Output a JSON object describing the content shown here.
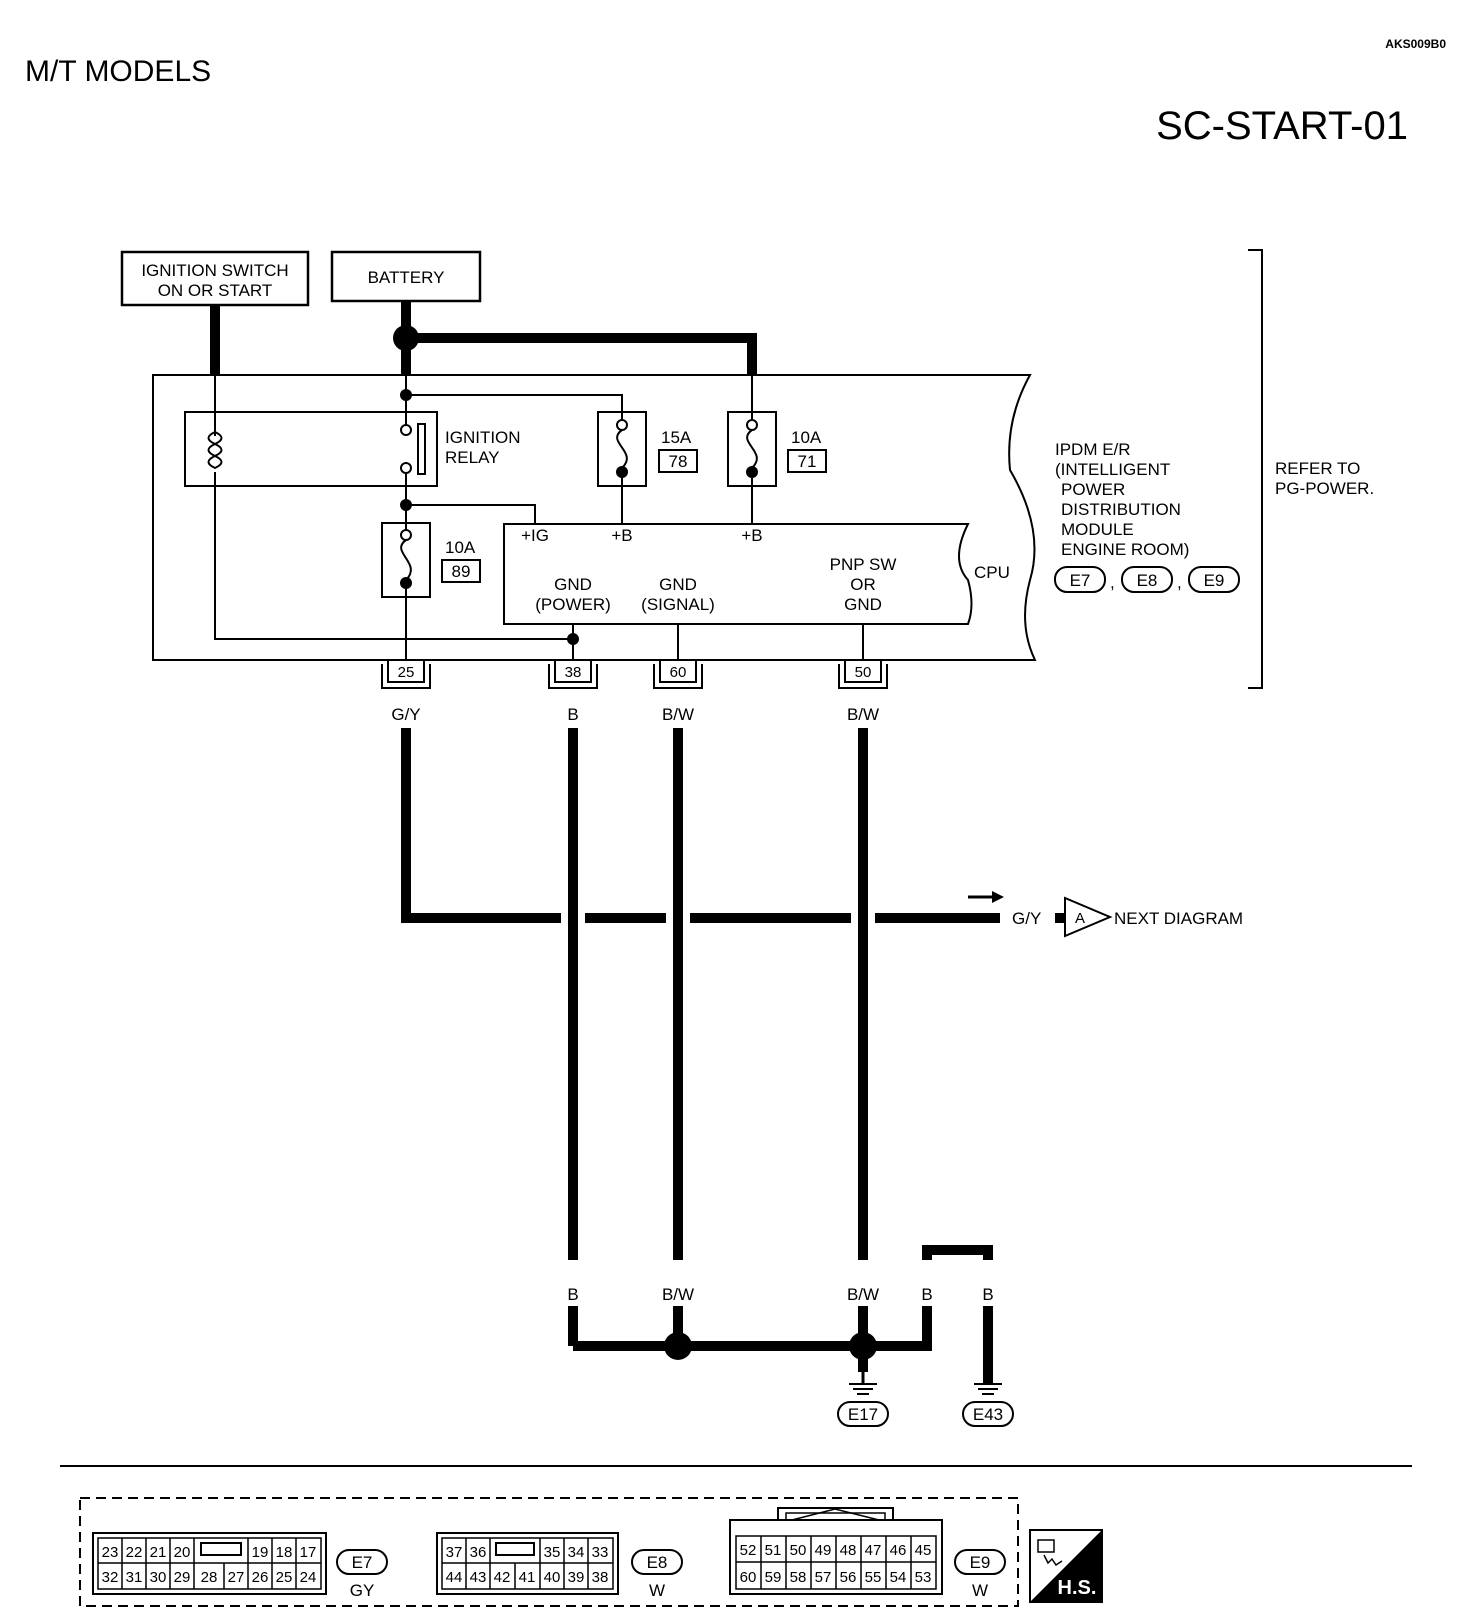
{
  "header": {
    "model": "M/T MODELS",
    "diagram_id": "SC-START-01",
    "image_code": "AKS009B0"
  },
  "sources": {
    "ignition_switch": [
      "IGNITION SWITCH",
      "ON OR START"
    ],
    "battery": "BATTERY"
  },
  "ipdm": {
    "relay_label": [
      "IGNITION",
      "RELAY"
    ],
    "fuses": [
      {
        "rating": "15A",
        "number": "78"
      },
      {
        "rating": "10A",
        "number": "71"
      },
      {
        "rating": "10A",
        "number": "89"
      }
    ],
    "cpu_label": "CPU",
    "cpu_inputs": [
      "+IG",
      "+B",
      "+B"
    ],
    "gnd_power": [
      "GND",
      "(POWER)"
    ],
    "gnd_signal": [
      "GND",
      "(SIGNAL)"
    ],
    "pnp": [
      "PNP SW",
      "OR",
      "GND"
    ],
    "module_name": [
      "IPDM E/R",
      "(INTELLIGENT",
      "POWER",
      "DISTRIBUTION",
      "MODULE",
      "ENGINE ROOM)"
    ],
    "connectors": [
      "E7",
      "E8",
      "E9"
    ],
    "connector_sep": ",",
    "refer": [
      "REFER TO",
      "PG-POWER."
    ]
  },
  "terminals": [
    {
      "pin": "25",
      "wire": "G/Y"
    },
    {
      "pin": "38",
      "wire": "B"
    },
    {
      "pin": "60",
      "wire": "B/W"
    },
    {
      "pin": "50",
      "wire": "B/W"
    }
  ],
  "next": {
    "wire": "G/Y",
    "marker": "A",
    "label": "NEXT DIAGRAM"
  },
  "ground_wires": [
    "B",
    "B/W",
    "B/W",
    "B",
    "B"
  ],
  "grounds": [
    "E17",
    "E43"
  ],
  "connector_views": [
    {
      "id": "E7",
      "color": "GY",
      "top_left": [
        "23",
        "22",
        "21",
        "20"
      ],
      "top_right": [
        "19",
        "18",
        "17"
      ],
      "bottom": [
        "32",
        "31",
        "30",
        "29",
        "28",
        "27",
        "26",
        "25",
        "24"
      ]
    },
    {
      "id": "E8",
      "color": "W",
      "top_left": [
        "37",
        "36"
      ],
      "top_right": [
        "35",
        "34",
        "33"
      ],
      "bottom": [
        "44",
        "43",
        "42",
        "41",
        "40",
        "39",
        "38"
      ]
    },
    {
      "id": "E9",
      "color": "W",
      "top": [
        "52",
        "51",
        "50",
        "49",
        "48",
        "47",
        "46",
        "45"
      ],
      "bottom": [
        "60",
        "59",
        "58",
        "57",
        "56",
        "55",
        "54",
        "53"
      ]
    }
  ],
  "hs_label": "H.S."
}
